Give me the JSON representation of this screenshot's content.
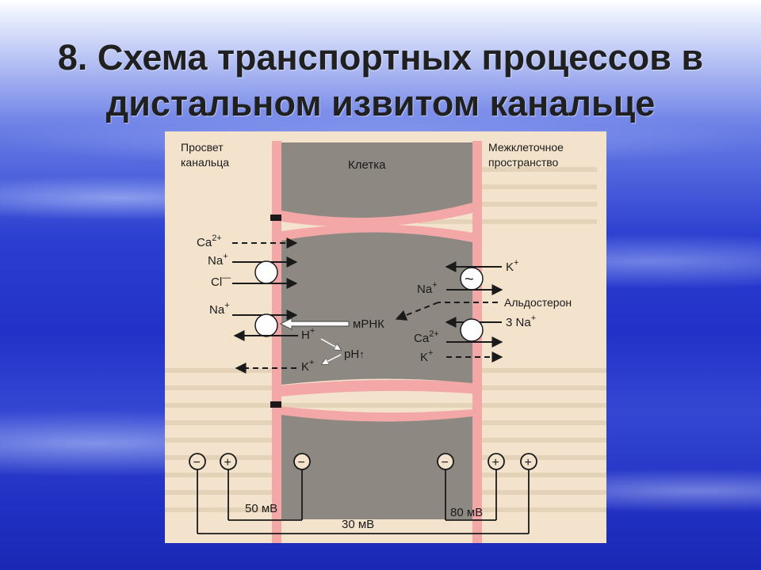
{
  "title": {
    "line1": "8. Схема транспортных процессов в",
    "line2": "дистальном извитом канальце"
  },
  "diagram": {
    "lumen_label_1": "Просвет",
    "lumen_label_2": "канальца",
    "interstitial_label_1": "Межклеточное",
    "interstitial_label_2": "пространство",
    "cell_label": "Клетка",
    "left_ions": {
      "ca": "Ca",
      "ca_sup": "2+",
      "na1": "Na",
      "na1_sup": "+",
      "cl": "Cl",
      "cl_sup": "—",
      "na2": "Na",
      "na2_sup": "+",
      "h": "H",
      "h_sup": "+",
      "k": "K",
      "k_sup": "+"
    },
    "center": {
      "mrna": "мРНК",
      "ph": "pH"
    },
    "right_ions": {
      "k": "K",
      "k_sup": "+",
      "na": "Na",
      "na_sup": "+",
      "aldosterone": "Альдостерон",
      "na3": "3 Na",
      "na3_sup": "+",
      "ca": "Ca",
      "ca_sup": "2+",
      "k2": "K",
      "k2_sup": "+",
      "pump_symbol": "~"
    },
    "electrodes": {
      "minus": "−",
      "plus": "+",
      "v50": "50 мВ",
      "v80": "80 мВ",
      "v30": "30 мВ"
    }
  },
  "colors": {
    "paper": "#f3e3cc",
    "cell": "#8e8882",
    "membrane": "#f3a7a7",
    "ink": "#1a1a1a"
  }
}
